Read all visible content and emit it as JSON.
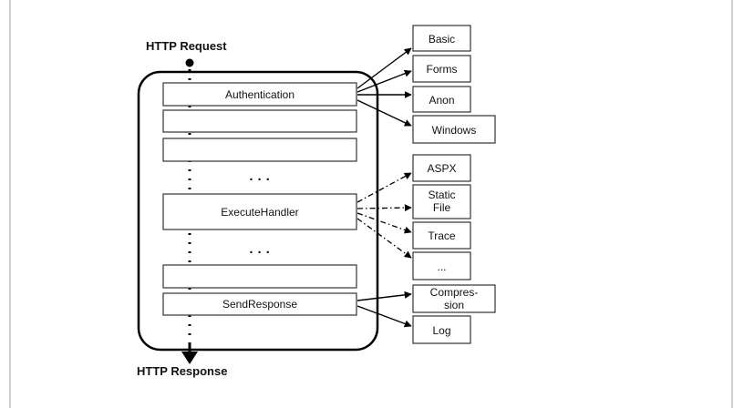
{
  "labels": {
    "request": "HTTP Request",
    "response": "HTTP Response"
  },
  "pipeline": [
    {
      "id": "authentication",
      "label": "Authentication"
    },
    {
      "id": "blank-1",
      "label": ""
    },
    {
      "id": "blank-2",
      "label": ""
    },
    {
      "id": "ellipsis-1",
      "label": "· · ·"
    },
    {
      "id": "execute-handler",
      "label": "ExecuteHandler"
    },
    {
      "id": "ellipsis-2",
      "label": "· · ·"
    },
    {
      "id": "blank-3",
      "label": ""
    },
    {
      "id": "send-response",
      "label": "SendResponse"
    }
  ],
  "targets": {
    "authentication": [
      "Basic",
      "Forms",
      "Anon",
      "Windows"
    ],
    "handlers": [
      [
        "ASPX"
      ],
      [
        "Static",
        "File"
      ],
      [
        "Trace"
      ],
      [
        "..."
      ]
    ],
    "send_response": [
      [
        "Compres-",
        "sion"
      ],
      [
        "Log"
      ]
    ]
  },
  "connector_styles": {
    "authentication": "solid",
    "handlers": "dash-dot",
    "send_response": "solid"
  }
}
